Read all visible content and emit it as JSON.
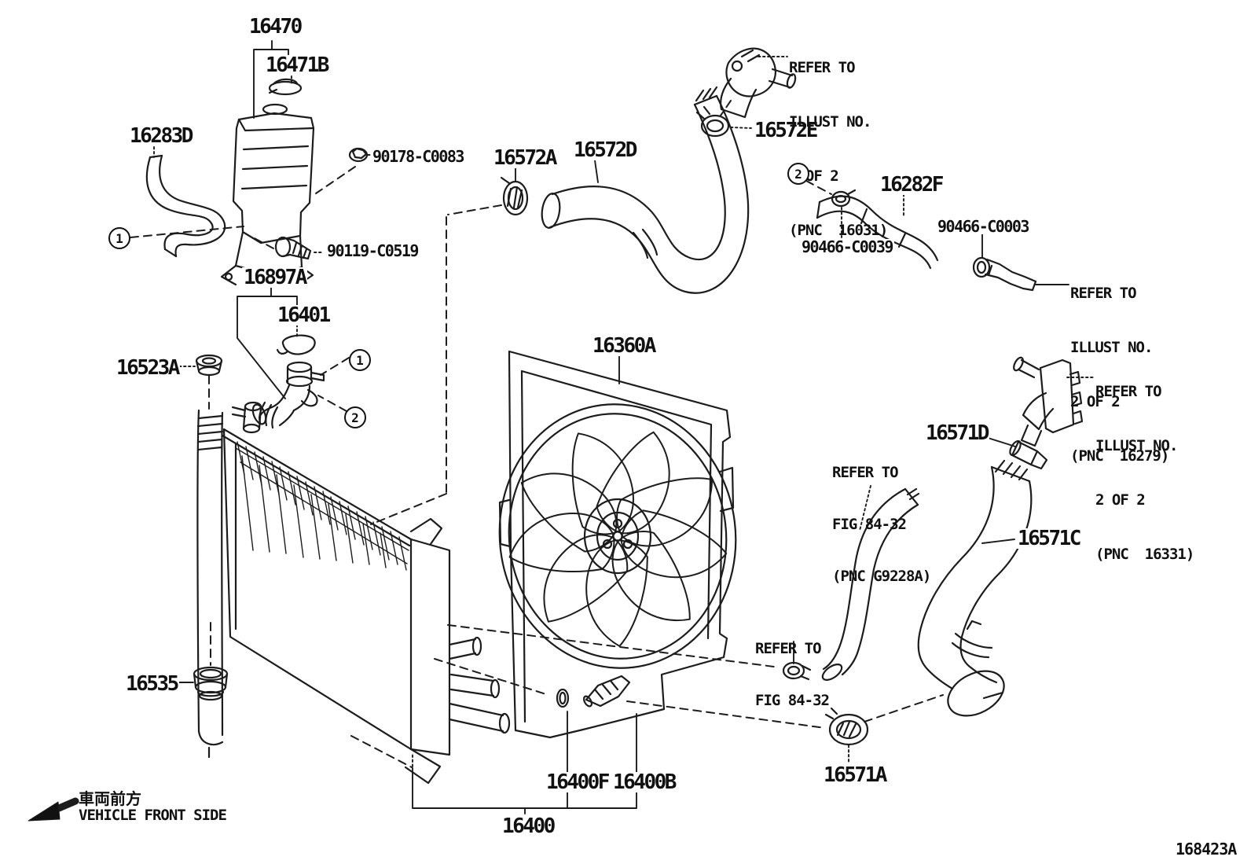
{
  "diagram": {
    "figure_code": "168423A",
    "front_jp": "車両前方",
    "front_en": "VEHICLE FRONT SIDE",
    "callout_one": "1",
    "callout_two": "2"
  },
  "parts": {
    "reservoir_tank": "16470",
    "reservoir_cap": "16471B",
    "reservoir_hose": "16283D",
    "bolt_upper": "90178-C0083",
    "bolt_lower": "90119-C0519",
    "clamp_upper_hose_front": "16572A",
    "upper_hose": "16572D",
    "clamp_upper_hose_rear": "16572E",
    "filler_assembly": "16897A",
    "filler_cap": "16401",
    "reservoir_grommet": "16523A",
    "fan_assembly": "16360A",
    "bypass_hose": "16282F",
    "clamp_bypass_front": "90466-C0039",
    "clamp_bypass_rear": "90466-C0003",
    "sensor_16571D": "16571D",
    "lower_hose": "16571C",
    "clamp_lower_hose": "16571A",
    "drain_plug": "16535",
    "drain_cock": "16400F",
    "temp_sensor": "16400B",
    "radiator_assembly": "16400"
  },
  "notes": {
    "outlet": {
      "l1": "REFER TO",
      "l2": "ILLUST NO.",
      "l3": "2 OF 2",
      "l4": "(PNC  16031)"
    },
    "pipe": {
      "l1": "REFER TO",
      "l2": "ILLUST NO.",
      "l3": "2 OF 2",
      "l4": "(PNC  16279)"
    },
    "inlet": {
      "l1": "REFER TO",
      "l2": "ILLUST NO.",
      "l3": "2 OF 2",
      "l4": "(PNC  16331)"
    },
    "fig_top": {
      "l1": "REFER TO",
      "l2": "FIG 84-32",
      "l3": "(PNC G9228A)"
    },
    "fig_bottom": {
      "l1": "REFER TO",
      "l2": "FIG 84-32"
    }
  }
}
